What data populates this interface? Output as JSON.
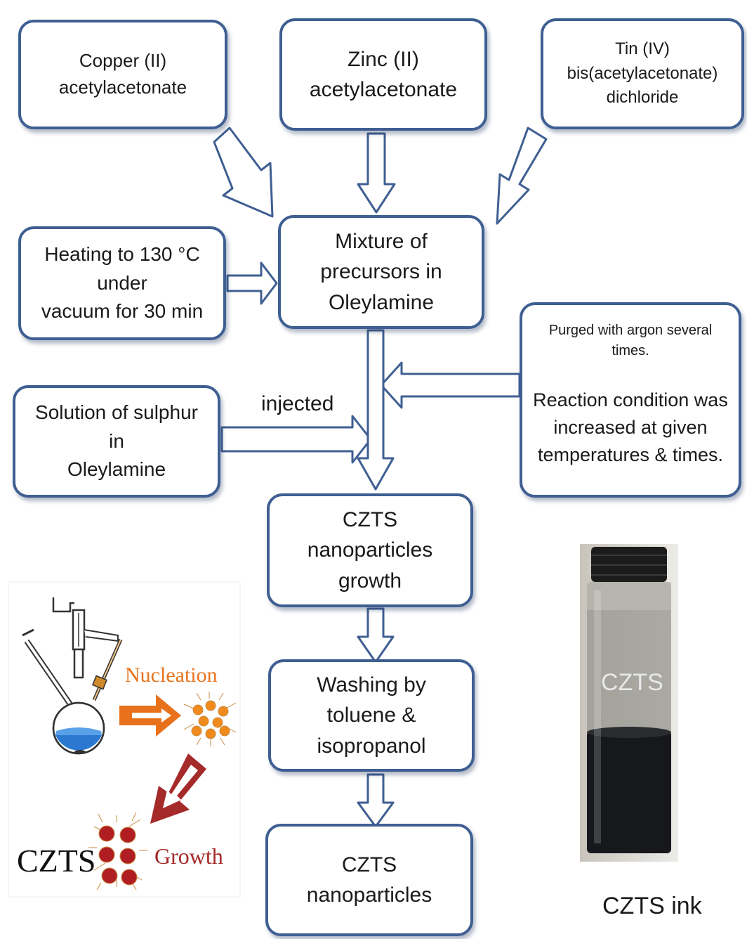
{
  "flow": {
    "copper": "Copper (II) acetylacetonate",
    "zinc": "Zinc (II) acetylacetonate",
    "tin": "Tin (IV) bis(acetylacetonate)\ndichloride",
    "heating": "Heating to 130 °C under\nvacuum for 30 min",
    "mixture": "Mixture of precursors in\nOleylamine",
    "purged": "Purged with argon several times.",
    "reaction": "Reaction condition was\nincreased at given\ntemperatures & times.",
    "sulphur": "Solution of sulphur in\nOleylamine",
    "injected": "injected",
    "growth": "CZTS nanoparticles\ngrowth",
    "washing": "Washing by toluene &\nisopropanol",
    "product": "CZTS nanoparticles"
  },
  "schematic": {
    "nucleation": "Nucleation",
    "growth": "Growth",
    "czts": "CZTS"
  },
  "photo": {
    "vial_label": "CZTS",
    "caption": "CZTS ink"
  },
  "colors": {
    "box_border": "#3f5f92",
    "arrow_stroke": "#3f5f92",
    "nucleation_orange": "#e8721c",
    "growth_red": "#a52a2a",
    "particle_orange": "#f08a1c",
    "particle_red": "#b01e24",
    "flask_blue": "#2a78d0"
  }
}
